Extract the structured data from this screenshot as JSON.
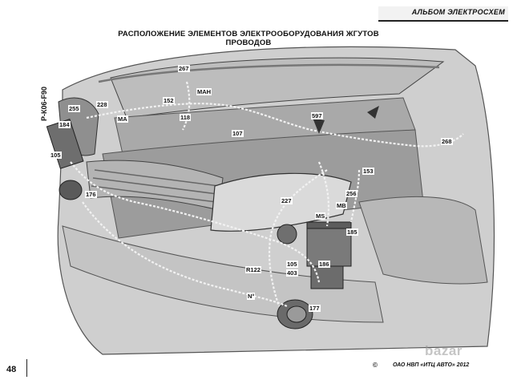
{
  "header": {
    "album_title": "АЛЬБОМ ЭЛЕКТРОСХЕМ"
  },
  "page": {
    "title": "РАСПОЛОЖЕНИЕ ЭЛЕМЕНТОВ ЭЛЕКТРООБОРУДОВАНИЯ ЖГУТОВ ПРОВОДОВ",
    "side_code": "Р-К06-F90",
    "number": "48"
  },
  "callouts": {
    "c267": "267",
    "c152": "152",
    "c118": "118",
    "cMAH": "МАН",
    "c255": "255",
    "c228": "228",
    "cMA": "МА",
    "c184": "184",
    "c105a": "105",
    "c176": "176",
    "c107": "107",
    "c597": "597",
    "c268": "268",
    "c153": "153",
    "c227": "227",
    "c256": "256",
    "cMB": "МВ",
    "cMS": "MS",
    "c185": "185",
    "cR122": "R122",
    "c105b": "105",
    "c403": "403",
    "c186": "186",
    "cN": "N°",
    "c177": "177"
  },
  "footer": {
    "copyright_symbol": "©",
    "publisher": "ОАО НВП «ИТЦ АВТО»   2012"
  },
  "watermark": {
    "text": "bazar"
  }
}
